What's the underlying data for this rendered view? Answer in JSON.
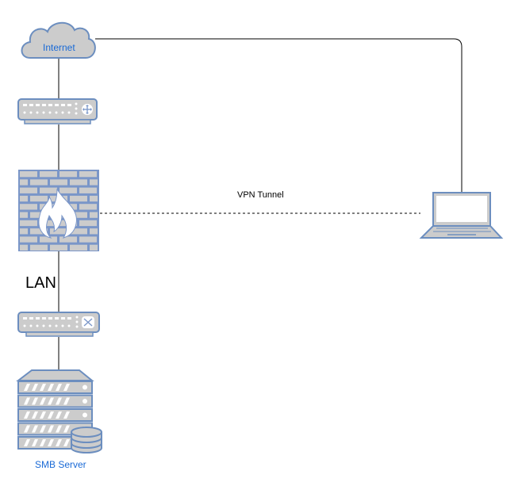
{
  "diagram": {
    "title": "",
    "nodes": [
      {
        "id": "internet",
        "type": "cloud",
        "label": "Internet"
      },
      {
        "id": "router",
        "type": "router",
        "label": ""
      },
      {
        "id": "firewall",
        "type": "firewall",
        "label": ""
      },
      {
        "id": "switch",
        "type": "switch",
        "label": ""
      },
      {
        "id": "smb_server",
        "type": "storage-server",
        "label": "SMB Server"
      },
      {
        "id": "laptop",
        "type": "laptop",
        "label": ""
      }
    ],
    "edges": [
      {
        "from": "internet",
        "to": "router",
        "style": "solid",
        "label": ""
      },
      {
        "from": "router",
        "to": "firewall",
        "style": "solid",
        "label": ""
      },
      {
        "from": "firewall",
        "to": "switch",
        "style": "solid",
        "label": "LAN"
      },
      {
        "from": "switch",
        "to": "smb_server",
        "style": "solid",
        "label": ""
      },
      {
        "from": "internet",
        "to": "laptop",
        "style": "solid",
        "label": ""
      },
      {
        "from": "firewall",
        "to": "laptop",
        "style": "dashed",
        "label": "VPN Tunnel"
      }
    ],
    "labels": {
      "internet": "Internet",
      "lan": "LAN",
      "vpn_tunnel": "VPN Tunnel",
      "smb_server": "SMB Server"
    },
    "colors": {
      "icon_fill": "#cccccc",
      "icon_stroke": "#6c8ebf",
      "icon_blue": "#7a96c8",
      "label_blue": "#1a6ad6",
      "line": "#000000"
    }
  }
}
